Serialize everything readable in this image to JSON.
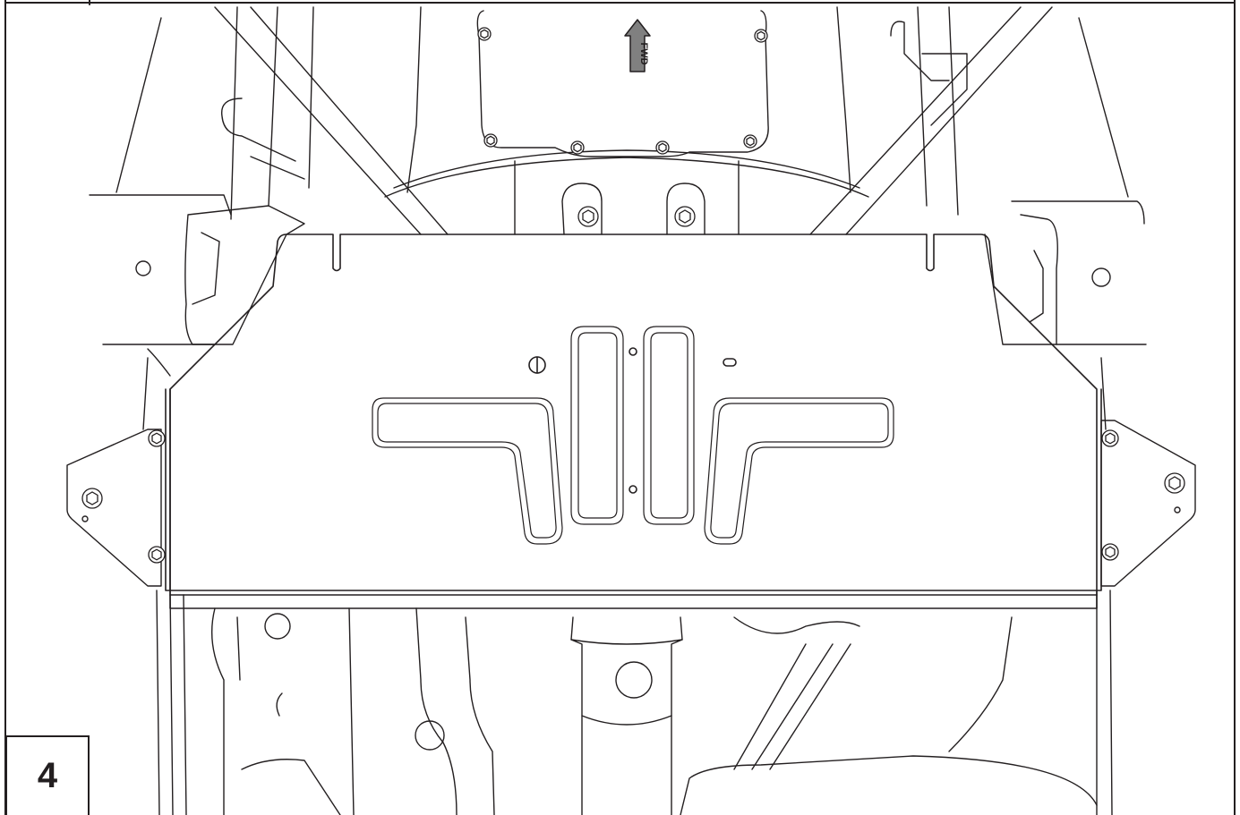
{
  "figure": {
    "step_number": "4",
    "direction_label": "FWD",
    "direction_icon": "forward-arrow-icon",
    "part": "skid plate",
    "fastener_icon": "hex-bolt-icon"
  },
  "colors": {
    "line": "#231f20",
    "background": "#ffffff",
    "arrow_fill": "#808080"
  }
}
